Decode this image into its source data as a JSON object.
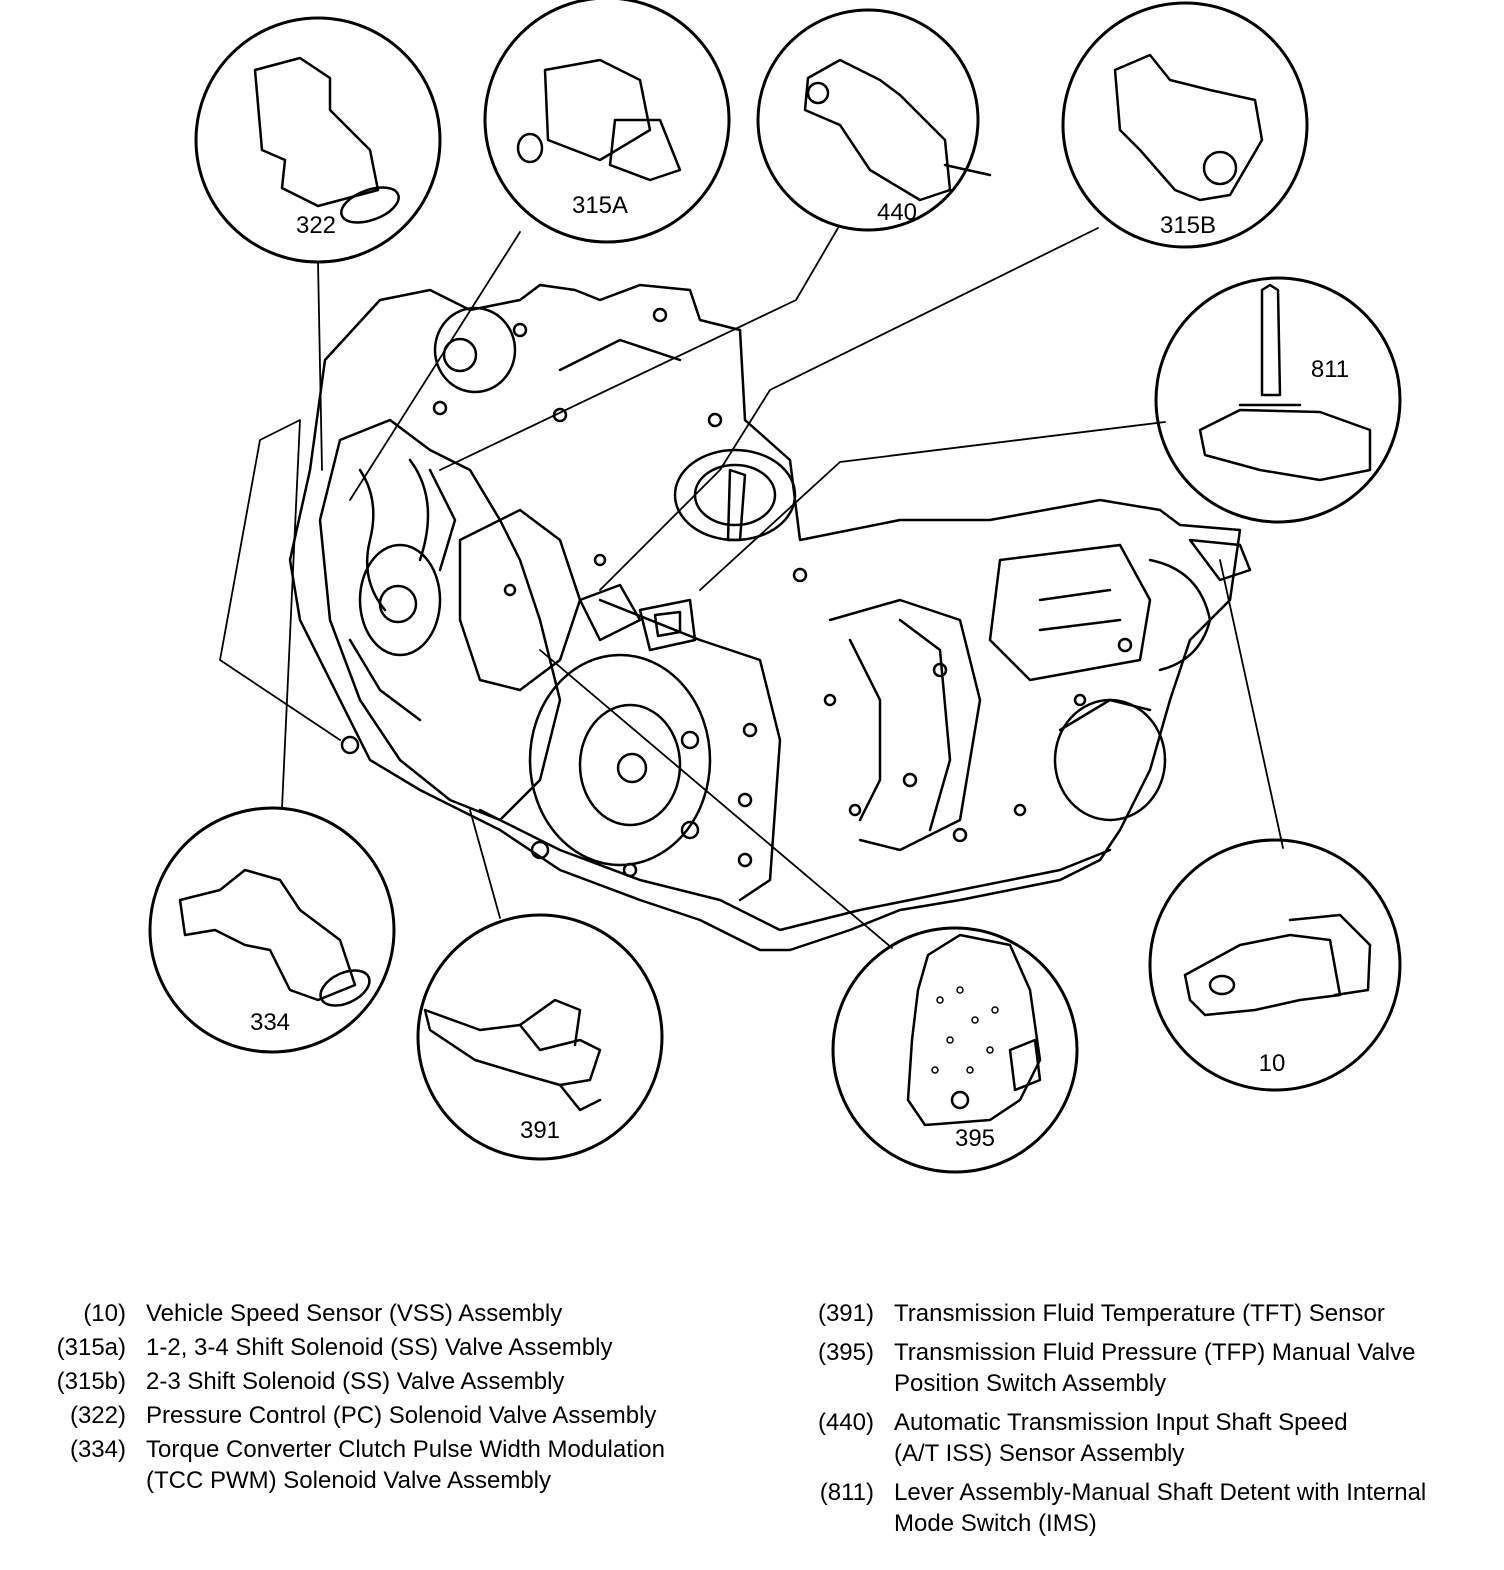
{
  "callouts": {
    "c322": "322",
    "c315A": "315A",
    "c440": "440",
    "c315B": "315B",
    "c811": "811",
    "c334": "334",
    "c391": "391",
    "c395": "395",
    "c10": "10"
  },
  "legend_left": [
    {
      "num": "(10)",
      "text": "Vehicle Speed Sensor (VSS) Assembly"
    },
    {
      "num": "(315a)",
      "text": "1-2, 3-4 Shift Solenoid (SS) Valve Assembly"
    },
    {
      "num": "(315b)",
      "text": "2-3 Shift Solenoid (SS) Valve Assembly"
    },
    {
      "num": "(322)",
      "text": "Pressure Control (PC) Solenoid Valve Assembly"
    },
    {
      "num": "(334)",
      "text": "Torque Converter Clutch Pulse Width Modulation (TCC PWM) Solenoid Valve Assembly"
    }
  ],
  "legend_right": [
    {
      "num": "(391)",
      "text": "Transmission Fluid Temperature (TFT) Sensor"
    },
    {
      "num": "(395)",
      "text": "Transmission Fluid Pressure (TFP) Manual Valve Position Switch Assembly"
    },
    {
      "num": "(440)",
      "text": "Automatic Transmission Input Shaft Speed (A/T ISS) Sensor Assembly"
    },
    {
      "num": "(811)",
      "text": "Lever Assembly-Manual Shaft Detent with Internal Mode Switch (IMS)"
    }
  ]
}
